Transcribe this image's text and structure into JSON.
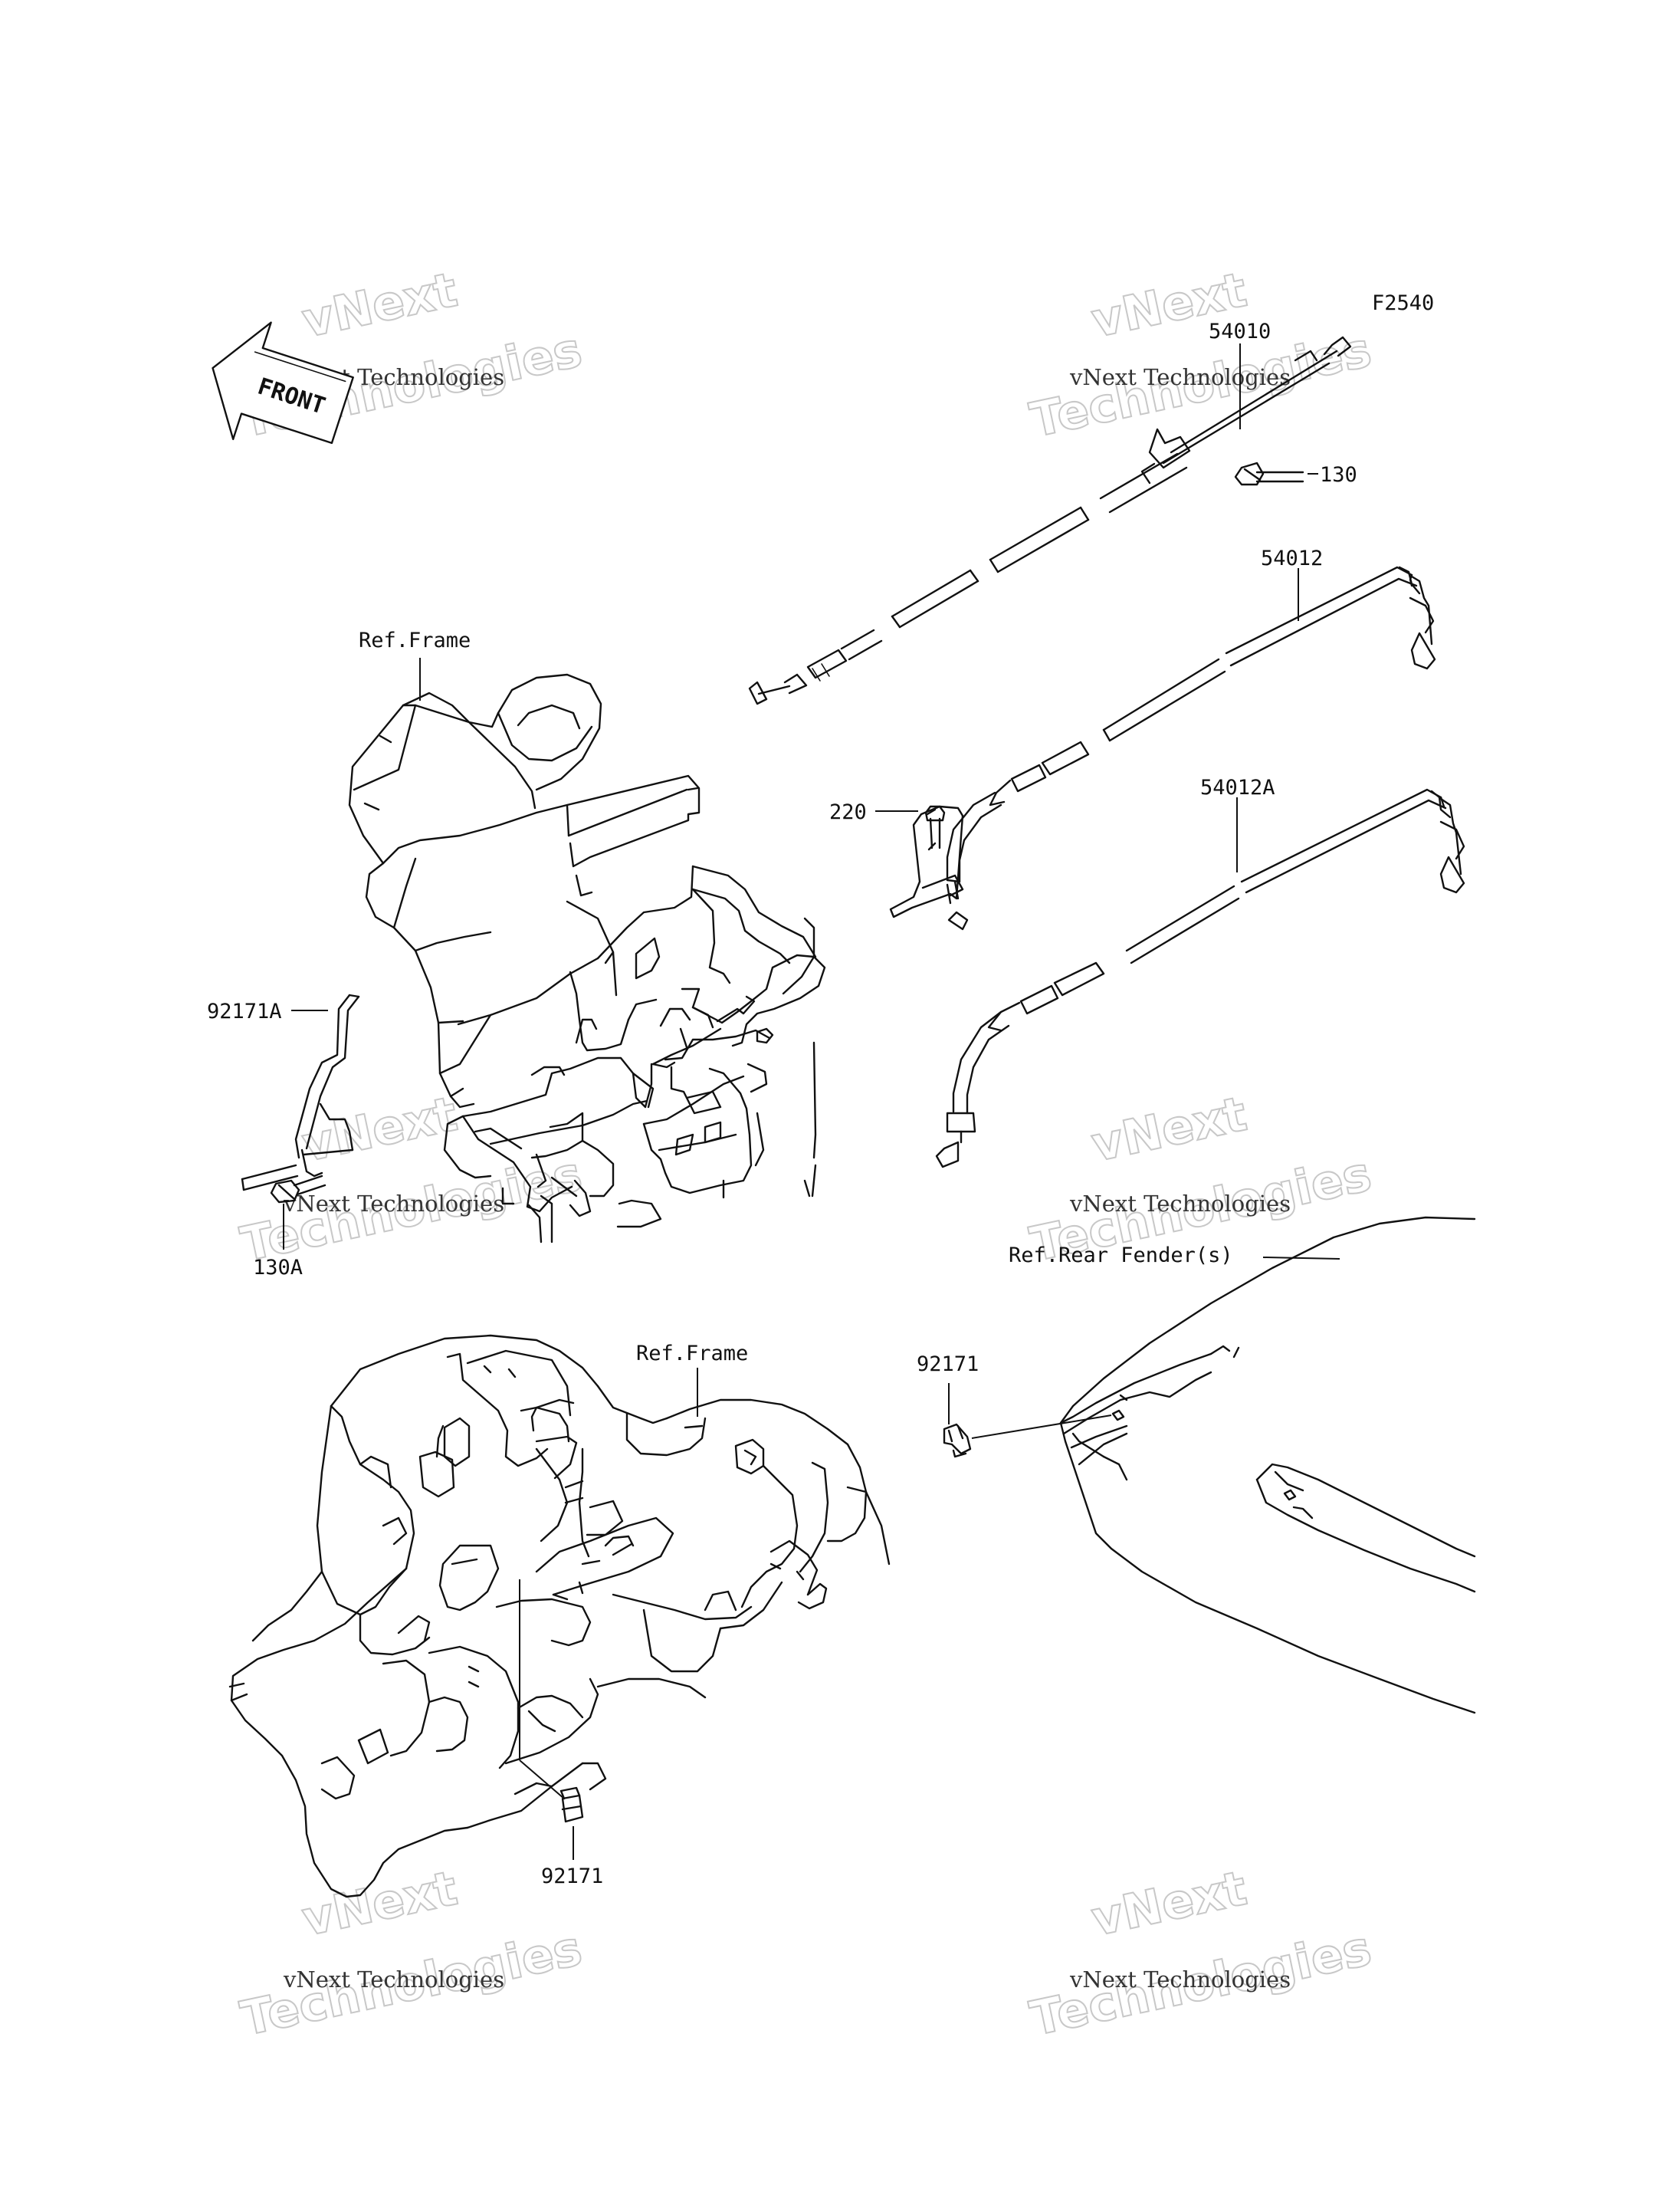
{
  "diagram": {
    "figure_code": "F2540",
    "front_marker": "FRONT",
    "watermark_top": "vNext",
    "watermark_line": "vNext Technologies",
    "watermark_big": "Technologies",
    "parts": [
      {
        "id": "p-54010",
        "label": "54010"
      },
      {
        "id": "p-130",
        "label": "130"
      },
      {
        "id": "p-54012",
        "label": "54012"
      },
      {
        "id": "p-220",
        "label": "220"
      },
      {
        "id": "p-54012A",
        "label": "54012A"
      },
      {
        "id": "p-92171A",
        "label": "92171A"
      },
      {
        "id": "p-130A",
        "label": "130A"
      },
      {
        "id": "p-92171-a",
        "label": "92171"
      },
      {
        "id": "p-92171-b",
        "label": "92171"
      }
    ],
    "refs": [
      {
        "id": "ref-frame-top",
        "label": "Ref.Frame"
      },
      {
        "id": "ref-frame-bottom",
        "label": "Ref.Frame"
      },
      {
        "id": "ref-rear-fender",
        "label": "Ref.Rear Fender(s)"
      }
    ]
  }
}
